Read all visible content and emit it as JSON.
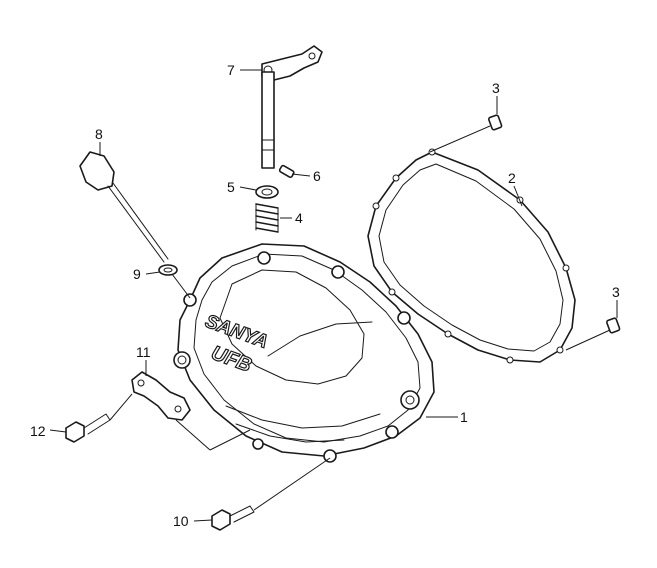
{
  "diagram": {
    "callouts": [
      {
        "id": "1",
        "label": "1"
      },
      {
        "id": "2",
        "label": "2"
      },
      {
        "id": "3a",
        "label": "3"
      },
      {
        "id": "3b",
        "label": "3"
      },
      {
        "id": "4",
        "label": "4"
      },
      {
        "id": "5",
        "label": "5"
      },
      {
        "id": "6",
        "label": "6"
      },
      {
        "id": "7",
        "label": "7"
      },
      {
        "id": "8",
        "label": "8"
      },
      {
        "id": "9",
        "label": "9"
      },
      {
        "id": "10",
        "label": "10"
      },
      {
        "id": "11",
        "label": "11"
      },
      {
        "id": "12",
        "label": "12"
      }
    ],
    "cover_brand": "SANYA",
    "cover_model": "UFB",
    "colors": {
      "ink": "#1a1a1a",
      "background": "#ffffff"
    }
  }
}
